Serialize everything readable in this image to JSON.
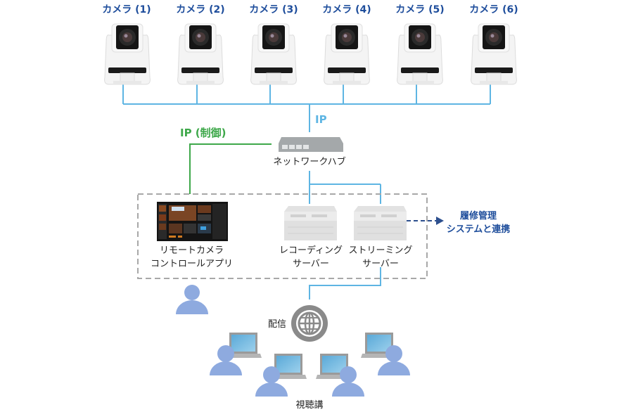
{
  "cameras": [
    {
      "label": "カメラ (1)"
    },
    {
      "label": "カメラ (2)"
    },
    {
      "label": "カメラ (3)"
    },
    {
      "label": "カメラ (4)"
    },
    {
      "label": "カメラ (5)"
    },
    {
      "label": "カメラ (6)"
    }
  ],
  "links": {
    "ip_label": "IP",
    "ip_control_label": "IP (制御)"
  },
  "hub": {
    "label": "ネットワークハブ"
  },
  "control_app": {
    "line1": "リモートカメラ",
    "line2": "コントロールアプリ"
  },
  "recording_server": {
    "line1": "レコーディング",
    "line2": "サーバー"
  },
  "streaming_server": {
    "line1": "ストリーミング",
    "line2": "サーバー"
  },
  "history_system": {
    "line1": "履修管理",
    "line2": "システムと連携"
  },
  "distribution": {
    "label": "配信"
  },
  "viewers": {
    "label": "視聴講"
  },
  "colors": {
    "ip_line": "#5eb5e3",
    "control_line": "#3ea84a",
    "title_blue": "#1f4e9c",
    "dashed_box": "#a8a8a8",
    "person": "#8eaadf",
    "globe": "#8a8a8a"
  }
}
